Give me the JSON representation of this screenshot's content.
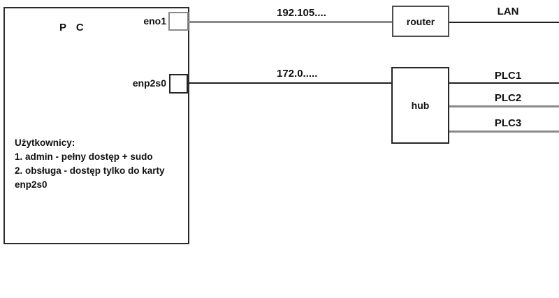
{
  "diagram": {
    "pc": {
      "title": "P C",
      "ports": {
        "eno1": {
          "label": "eno1"
        },
        "enp2s0": {
          "label": "enp2s0"
        }
      },
      "users": {
        "lines": [
          "Użytkownicy:",
          "1. admin - pełny dostęp + sudo",
          "2. obsługa - dostęp tylko do karty",
          "enp2s0"
        ]
      }
    },
    "nodes": {
      "router": {
        "label": "router"
      },
      "hub": {
        "label": "hub"
      }
    },
    "connections": {
      "eno1_router": {
        "label": "192.105...."
      },
      "enp2s0_hub": {
        "label": "172.0....."
      }
    },
    "endpoints": {
      "lan": {
        "label": "LAN"
      },
      "plc1": {
        "label": "PLC1"
      },
      "plc2": {
        "label": "PLC2"
      },
      "plc3": {
        "label": "PLC3"
      }
    },
    "colors": {
      "background": "#ffffff",
      "line_black": "#222222",
      "line_gray": "#8a8a8a",
      "border_black": "#262626",
      "border_gray": "#8a8a8a",
      "text": "#111111"
    }
  }
}
